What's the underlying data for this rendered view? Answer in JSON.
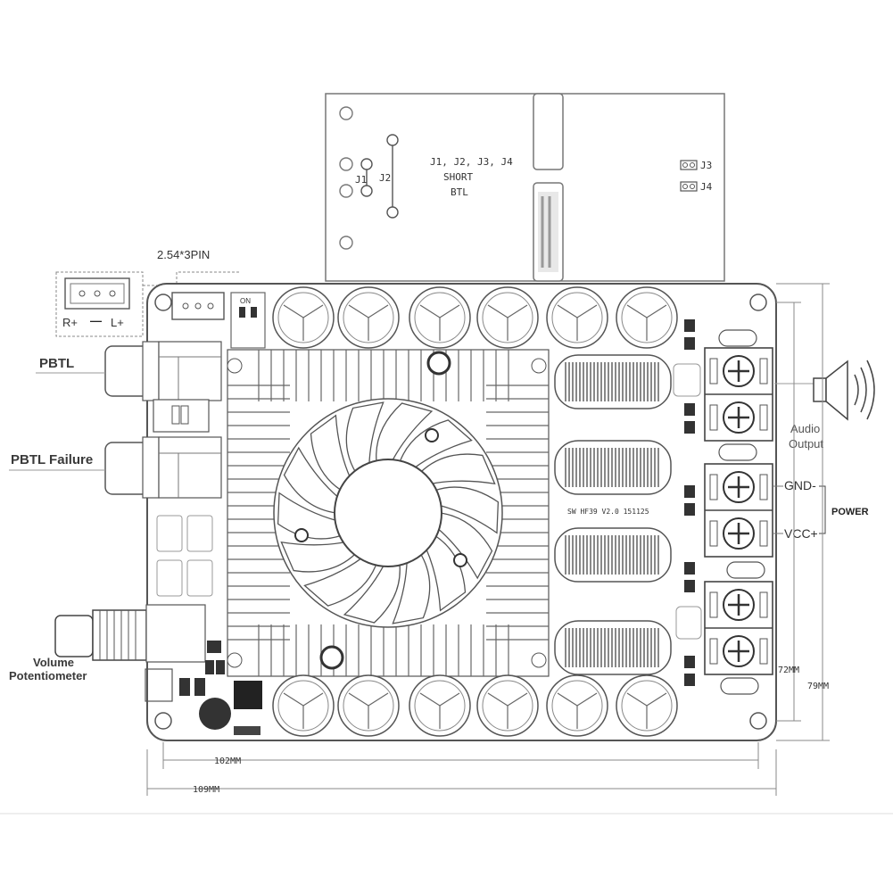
{
  "inset": {
    "jumper_j1": "J1",
    "jumper_j2": "J2",
    "note_line1": "J1, J2, J3, J4",
    "note_line2": "SHORT",
    "note_line3": "BTL",
    "jumper_j3": "J3",
    "jumper_j4": "J4"
  },
  "connector": {
    "pin_label": "2.54*3PIN",
    "r_plus": "R+",
    "dash": "—",
    "l_plus": "L+"
  },
  "labels": {
    "pbtl": "PBTL",
    "pbtl_failure": "PBTL Failure",
    "volume_line1": "Volume",
    "volume_line2": "Potentiometer",
    "audio_line1": "Audio",
    "audio_line2": "Output",
    "gnd": "GND-",
    "vcc": "VCC+",
    "power": "POWER"
  },
  "dimensions": {
    "inner_width": "102MM",
    "outer_width": "109MM",
    "inner_height": "72MM",
    "outer_height": "79MM"
  },
  "board": {
    "version_text": "SW HF39 V2.0 151125",
    "dip_switch_label": "ON"
  }
}
